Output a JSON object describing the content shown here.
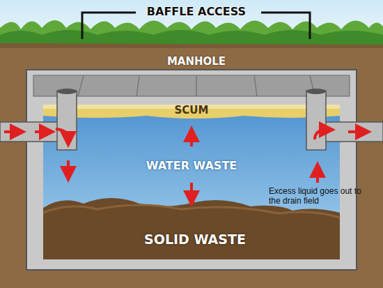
{
  "diagram": {
    "labels": [
      "BAFFLE ACCESS",
      "MANHOLE",
      "SCUM",
      "WATER WASTE",
      "SOLID WASTE",
      "Excess liquid goes out to the drain field"
    ]
  }
}
